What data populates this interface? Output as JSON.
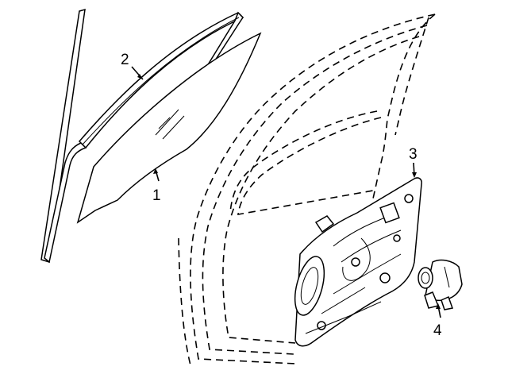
{
  "callouts": {
    "c1": "1",
    "c2": "2",
    "c3": "3",
    "c4": "4"
  },
  "parts": [
    {
      "number": "1",
      "icon": "glass-icon"
    },
    {
      "number": "2",
      "icon": "channel-seal-icon"
    },
    {
      "number": "3",
      "icon": "regulator-panel-icon"
    },
    {
      "number": "4",
      "icon": "motor-icon"
    }
  ]
}
